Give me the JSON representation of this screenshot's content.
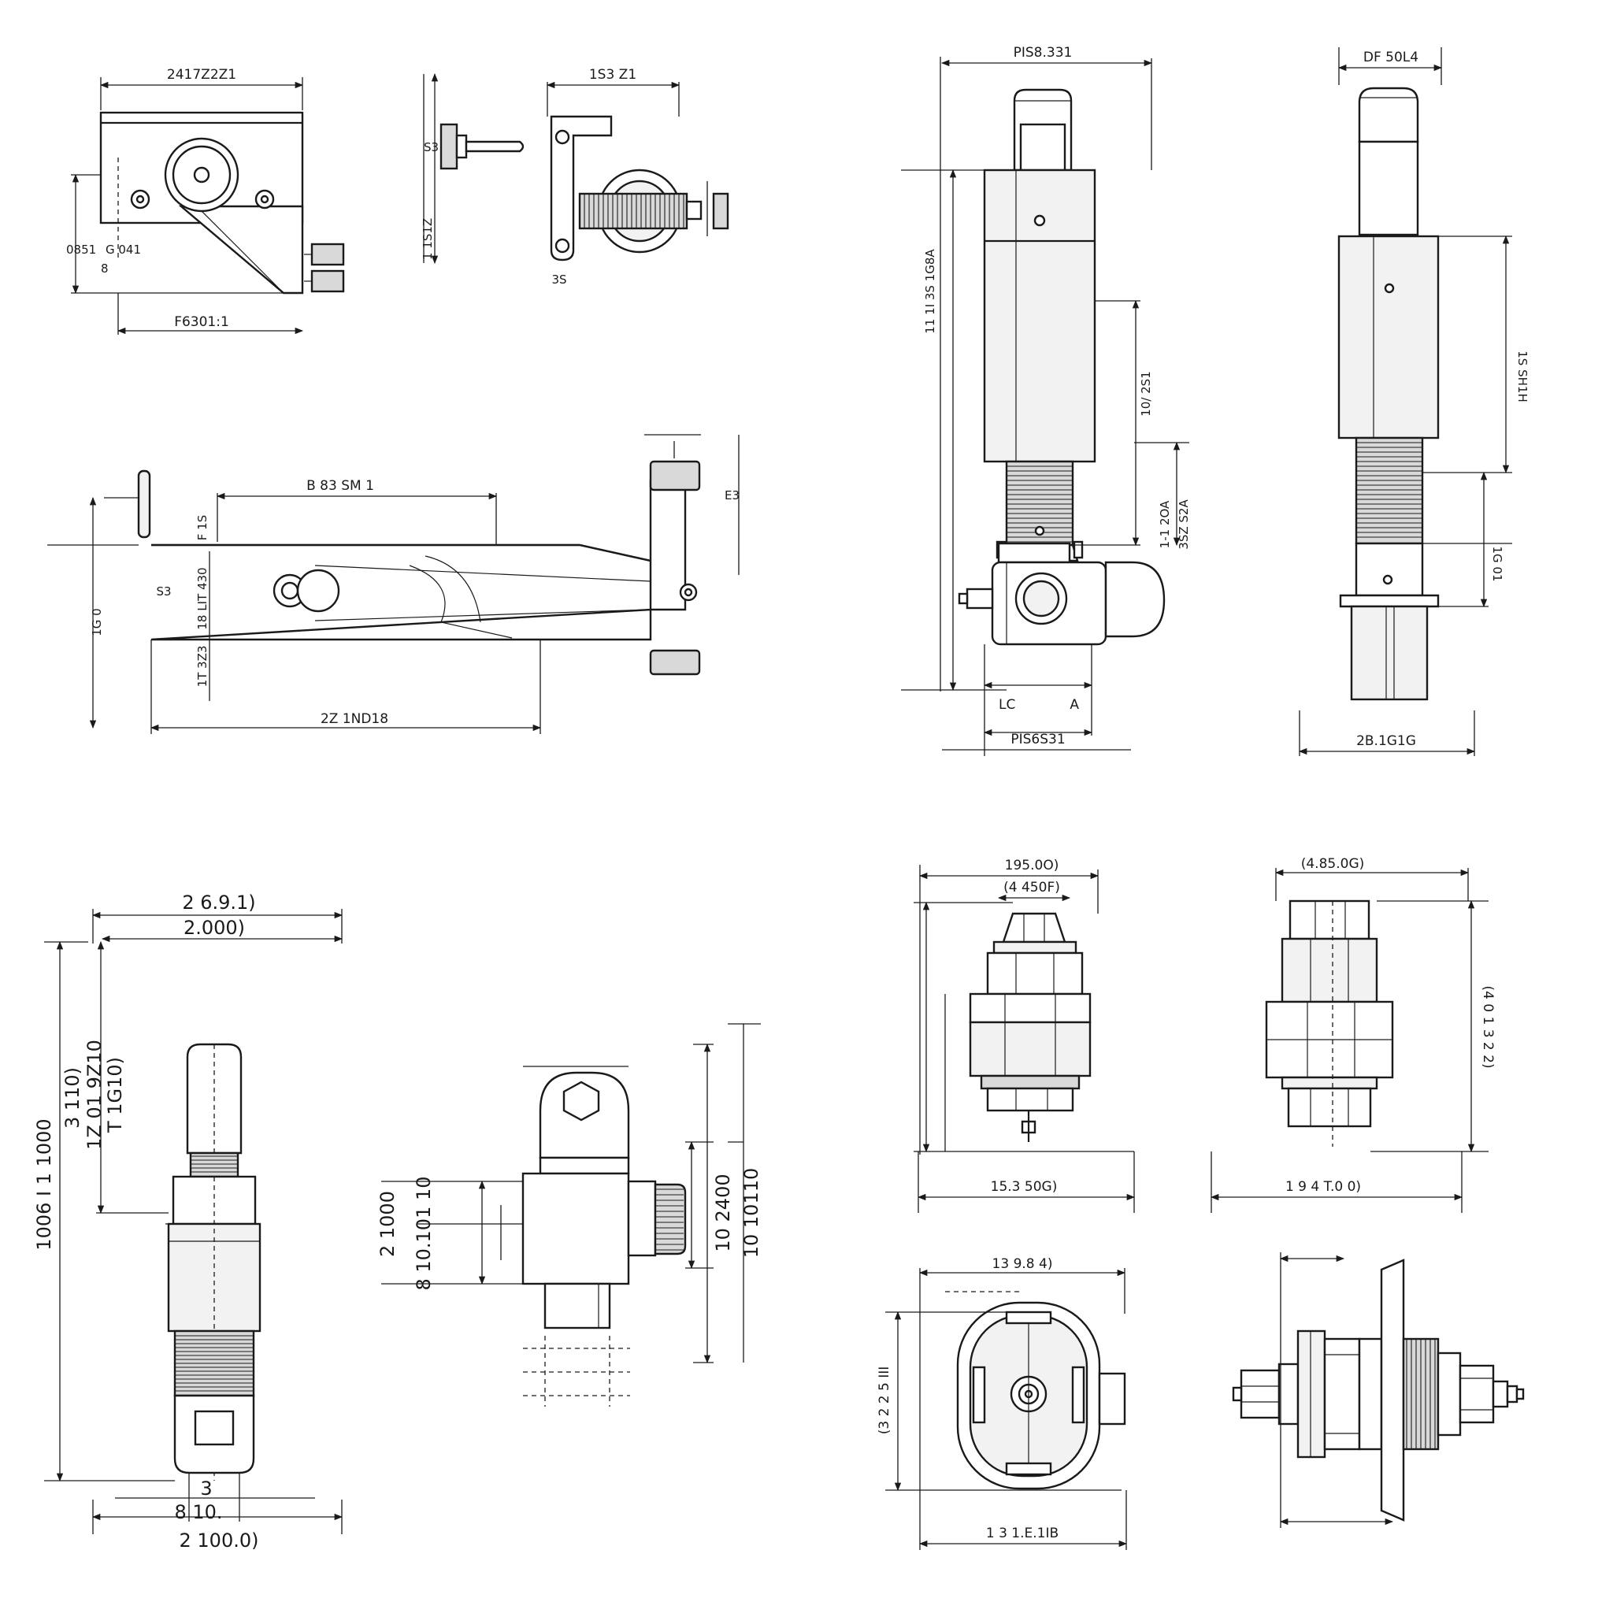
{
  "drawing": {
    "views": {
      "bracket_top": {
        "top_width": "2417Z2Z1",
        "bottom_width": "F6301:1",
        "left_a": "0851",
        "left_b": "G 041",
        "left_c": "8"
      },
      "roller_clip": {
        "top_width": "1S3 Z1",
        "left_a": "S3",
        "left_b": "1 1S1Z",
        "bottom": "3S"
      },
      "lever_arm": {
        "top_width": "B 83 SM 1",
        "right": "E3",
        "left_height": "1G 0",
        "body": "S3",
        "inner_a": "F 1S",
        "inner_b": "18 LIT 430",
        "inner_c": "1T 3Z3",
        "bottom_width": "2Z 1ND18"
      },
      "sensor_tall": {
        "top_width": "PIS8.331",
        "left_height": "11 1I 3S 1G8A",
        "right_a": "10/ 2S1",
        "right_b": "1-1 2OA",
        "right_c": "3SZ S2A",
        "label_lc": "LC",
        "label_a": "A",
        "bottom_width": "PIS6S31"
      },
      "sensor_side": {
        "top_width": "DF 50L4",
        "right_a": "1S SH1H",
        "right_b": "1G 01",
        "bottom_width": "2B.1G1G"
      },
      "probe": {
        "top_a": "2 6.9.1)",
        "top_b": "2.000)",
        "left_a": "1006 I 1 1000",
        "left_b": "3 110)",
        "left_c": "1Z 01 9Z10",
        "left_d": "T 1G10)",
        "bottom_a": "3",
        "bottom_b": "8 10.",
        "bottom_c": "2 100.0)"
      },
      "tee_fitting": {
        "left_a": "2 1000",
        "left_b": "8 10.101 10",
        "right_a": "10 2400",
        "right_b": "10 10110"
      },
      "hex_front": {
        "top_a": "195.0O)",
        "top_b": "(4 450F)",
        "bottom_width": "15.3 50G)"
      },
      "hex_side": {
        "top_width": "(4.85.0G)",
        "right": "(4 0 1 3 2 2)",
        "bottom_width": "1 9 4 T.0 0)"
      },
      "oval_front": {
        "top_width": "13 9.8 4)",
        "left": "(3 2 2 5 III",
        "bottom_width": "1 3 1.E.1IB"
      },
      "flange_side": {}
    }
  }
}
